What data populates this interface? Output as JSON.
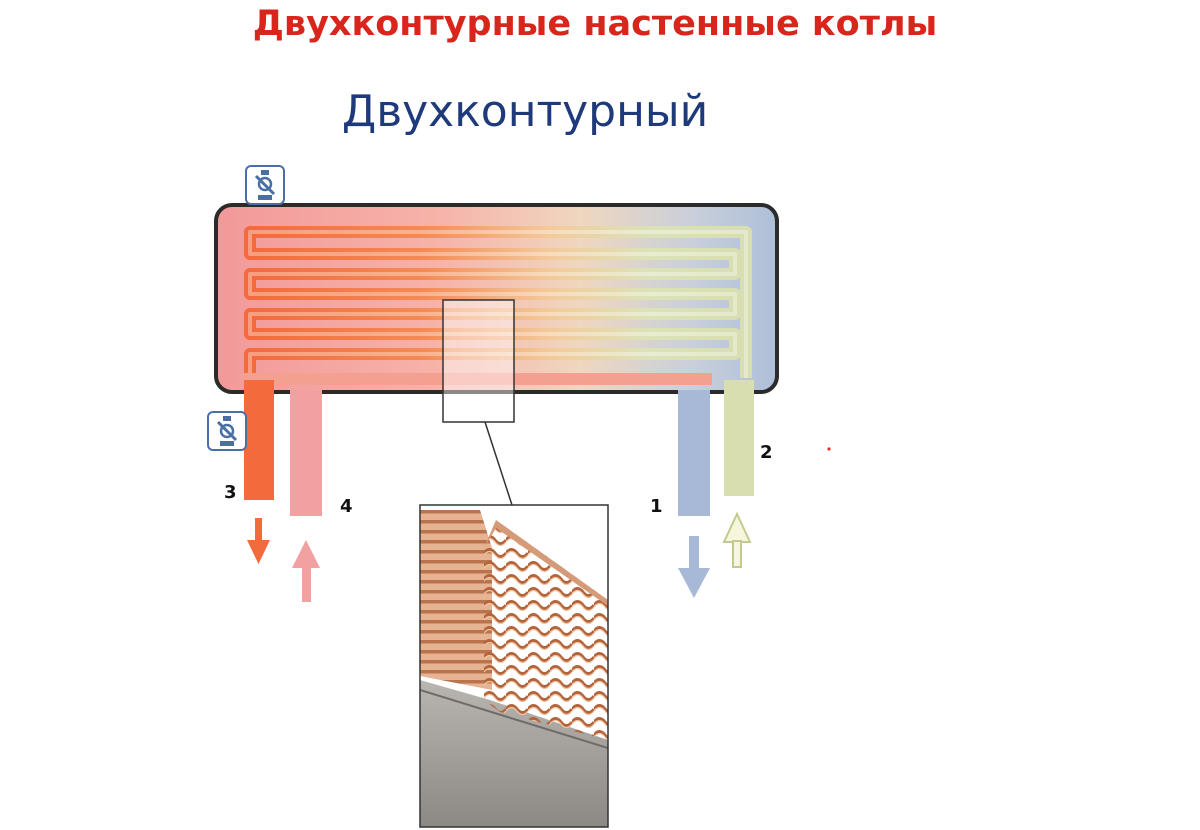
{
  "title": "Двухконтурные настенные котлы",
  "subtitle": "Двухконтурный",
  "colors": {
    "title": "#d9261c",
    "subtitle": "#1f3a7a",
    "hot_heating": "#f36a3c",
    "return_heating": "#f2a0a0",
    "cold_water": "#a7b9d6",
    "hot_water": "#d8deb0",
    "casing_outline": "#2b2b2b"
  },
  "labels": {
    "port_1": "1",
    "port_2": "2",
    "port_3": "3",
    "port_4": "4"
  },
  "icons": {
    "top_valve": "tap-valve-icon",
    "side_valve": "tap-valve-icon"
  }
}
